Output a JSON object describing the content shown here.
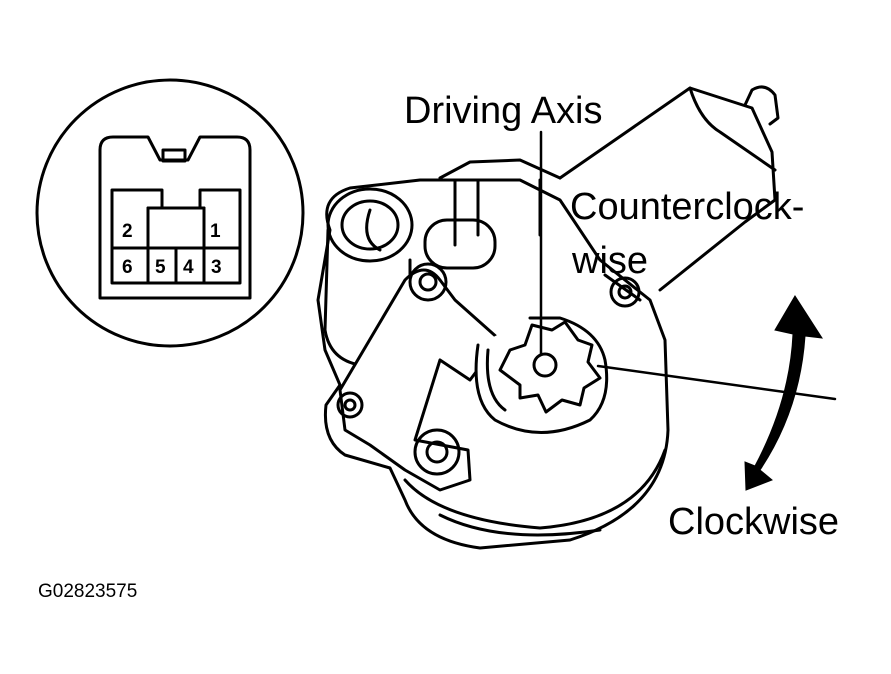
{
  "labels": {
    "driving_axis": "Driving Axis",
    "counterclockwise_line1": "Counterclock-",
    "counterclockwise_line2": "wise",
    "clockwise": "Clockwise",
    "figure_code": "G02823575"
  },
  "connector": {
    "pins_top": [
      "2",
      "1"
    ],
    "pins_bottom": [
      "6",
      "5",
      "4",
      "3"
    ]
  },
  "colors": {
    "ink": "#000000",
    "paper": "#ffffff"
  }
}
